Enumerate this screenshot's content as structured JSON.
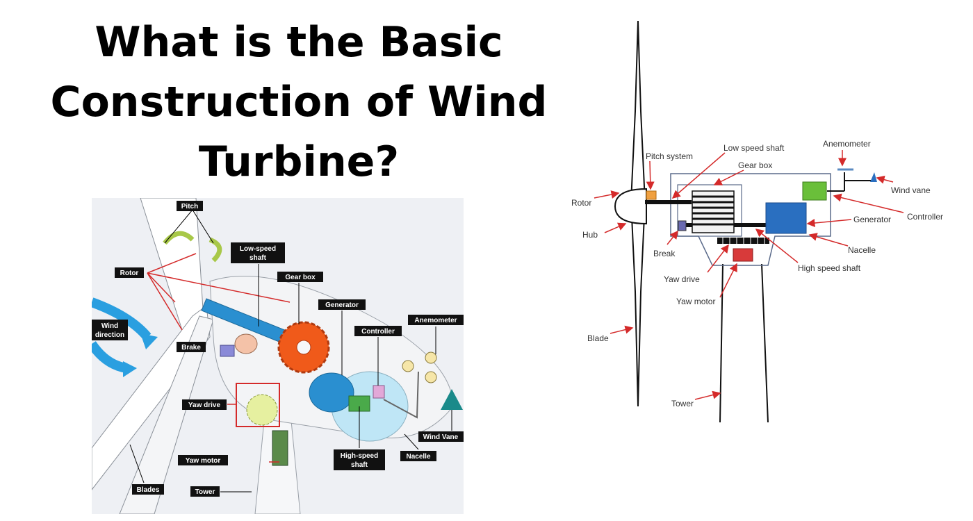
{
  "title": {
    "line1": "What is the Basic",
    "line2": "Construction of Wind",
    "line3": "Turbine?"
  },
  "left_diagram": {
    "labels": {
      "pitch": "Pitch",
      "rotor": "Rotor",
      "low_speed_shaft_1": "Low-speed",
      "low_speed_shaft_2": "shaft",
      "gear_box": "Gear box",
      "generator": "Generator",
      "wind_direction_1": "Wind",
      "wind_direction_2": "direction",
      "controller": "Controller",
      "anemometer": "Anemometer",
      "brake": "Brake",
      "yaw_drive": "Yaw drive",
      "wind_vane": "Wind Vane",
      "yaw_motor": "Yaw motor",
      "high_speed_shaft_1": "High-speed",
      "high_speed_shaft_2": "shaft",
      "nacelle": "Nacelle",
      "blades": "Blades",
      "tower": "Tower"
    }
  },
  "right_diagram": {
    "labels": {
      "pitch_system": "Pitch system",
      "low_speed_shaft": "Low speed shaft",
      "anemometer": "Anemometer",
      "gear_box": "Gear box",
      "wind_vane": "Wind vane",
      "rotor": "Rotor",
      "generator": "Generator",
      "controller": "Controller",
      "hub": "Hub",
      "break": "Break",
      "nacelle": "Nacelle",
      "high_speed_shaft": "High speed shaft",
      "yaw_drive": "Yaw drive",
      "yaw_motor": "Yaw motor",
      "blade": "Blade",
      "tower": "Tower"
    }
  },
  "colors": {
    "label_bg": "#111111",
    "arrow_red": "#d42a2a",
    "gear_orange": "#f05a1a",
    "shaft_blue": "#2a8fd0",
    "wind_arrow": "#2a9fe0",
    "generator_blue": "#2a6fc0",
    "controller_green": "#6abf3a",
    "yaw_motor_red": "#d83a3a"
  }
}
